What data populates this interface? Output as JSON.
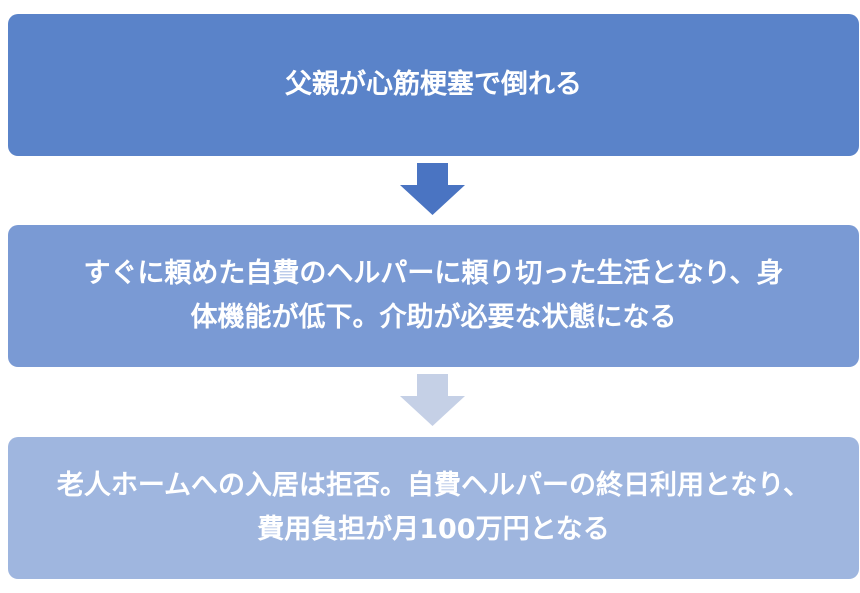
{
  "steps": [
    {
      "text": "父親が心筋梗塞で倒れる",
      "color": "#5a83c9"
    },
    {
      "text": "すぐに頼めた自費のヘルパーに頼り切った生活となり、身\n体機能が低下。介助が必要な状態になる",
      "color": "#7a9ad4"
    },
    {
      "text": "老人ホームへの入居は拒否。自費ヘルパーの終日利用となり、\n費用負担が月100万円となる",
      "color": "#9fb6df"
    }
  ],
  "arrows": [
    {
      "color": "#4a74c2"
    },
    {
      "color": "#c5d0e6"
    }
  ]
}
